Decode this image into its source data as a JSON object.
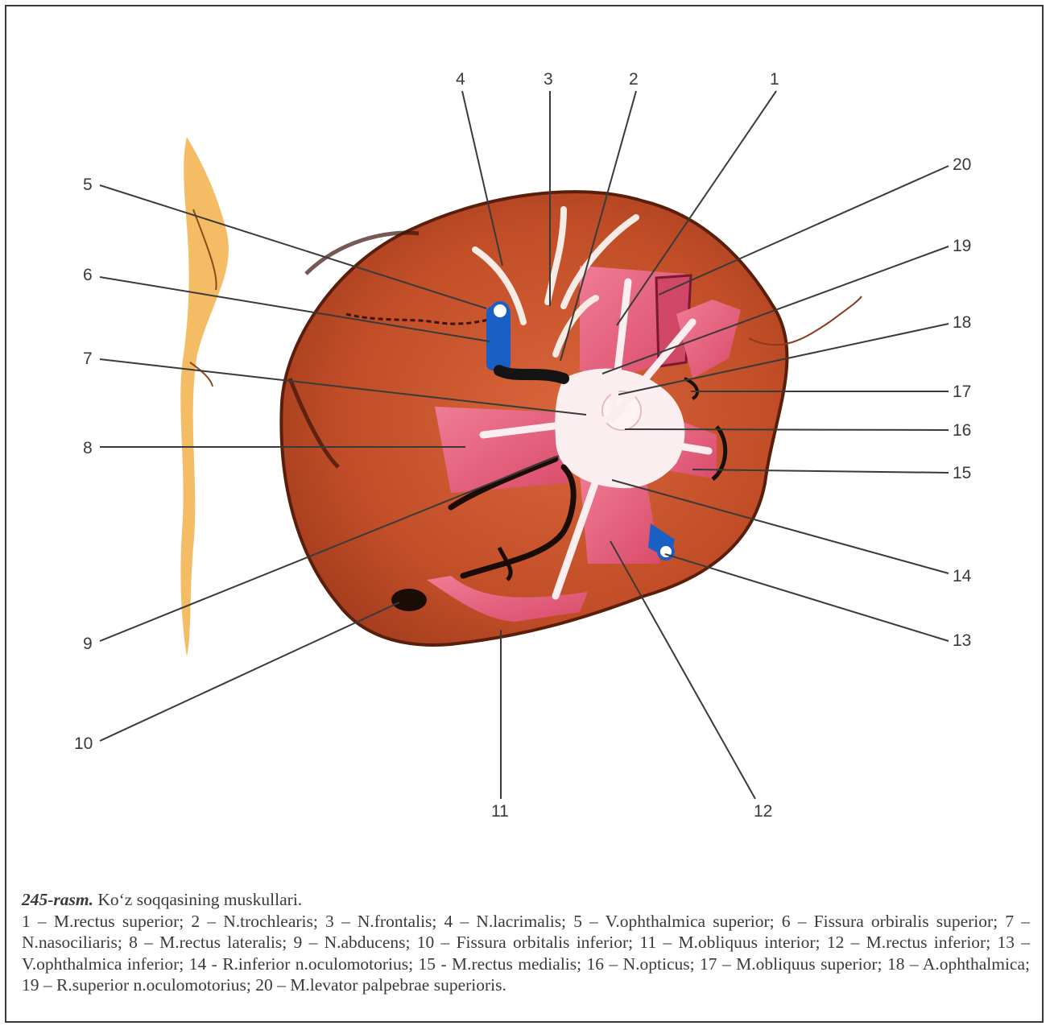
{
  "figure": {
    "labels": [
      "1",
      "2",
      "3",
      "4",
      "5",
      "6",
      "7",
      "8",
      "9",
      "10",
      "11",
      "12",
      "13",
      "14",
      "15",
      "16",
      "17",
      "18",
      "19",
      "20"
    ]
  },
  "caption": {
    "label": "245-rasm.",
    "title": "Ko‘z soqqasining muskullari.",
    "legend": "1 – M.rectus superior; 2 – N.trochlearis; 3 – N.frontalis; 4 – N.lacrimalis; 5 – V.ophthalmica superior; 6 – Fissura orbiralis superior; 7 – N.nasociliaris; 8 – M.rectus lateralis; 9 – N.abducens; 10 – Fissura orbitalis inferior; 11 – M.obliquus interior; 12 – M.rectus inferior; 13 – V.ophthalmica inferior; 14 - R.inferior n.oculomotorius; 15 - M.rectus medialis; 16 – N.opticus; 17 – M.obliquus superior; 18 – A.ophthalmica; 19 – R.superior n.oculomotorius; 20 – M.levator palpebrae superioris."
  },
  "colors": {
    "orbit": "#c9522a",
    "muscle": "#e5607c",
    "vein": "#1a5fc4",
    "nerve": "#fbeef0",
    "leader": "#3a3a3a"
  }
}
